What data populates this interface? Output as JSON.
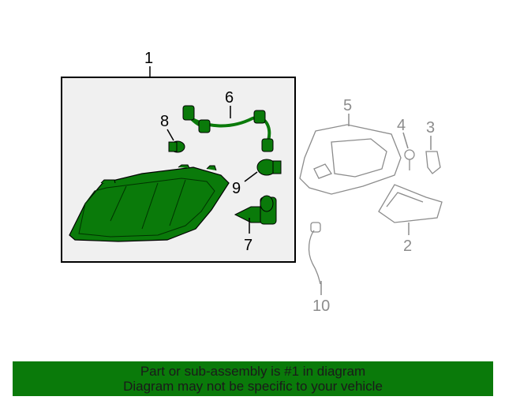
{
  "diagram": {
    "callouts": [
      {
        "id": "1",
        "label": "1"
      },
      {
        "id": "2",
        "label": "2"
      },
      {
        "id": "3",
        "label": "3"
      },
      {
        "id": "4",
        "label": "4"
      },
      {
        "id": "5",
        "label": "5"
      },
      {
        "id": "6",
        "label": "6"
      },
      {
        "id": "7",
        "label": "7"
      },
      {
        "id": "8",
        "label": "8"
      },
      {
        "id": "9",
        "label": "9"
      },
      {
        "id": "10",
        "label": "10"
      }
    ],
    "highlight_color": "#0a7a0a",
    "assembly_fill": "#f0f0f0",
    "unhighlighted_color": "#8c8c8c"
  },
  "notice": {
    "line1": "Part or sub-assembly is #1 in diagram",
    "line2": "Diagram may not be specific to your vehicle",
    "background": "#0a7a0a"
  }
}
